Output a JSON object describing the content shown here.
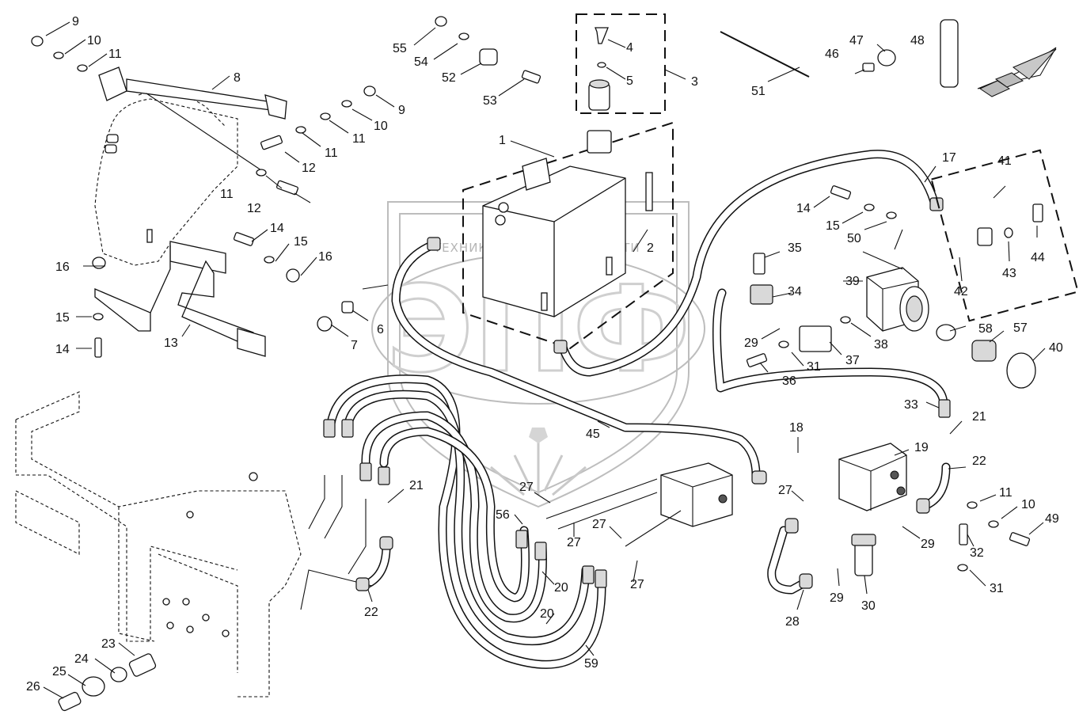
{
  "watermark": {
    "left_word": "ТЕХНИКА",
    "right_word": "ЗАПЧАСТИ",
    "logo_letters": "ЭПФ"
  },
  "callouts": [
    {
      "text": "1"
    },
    {
      "text": "2"
    },
    {
      "text": "3"
    },
    {
      "text": "4"
    },
    {
      "text": "5"
    },
    {
      "text": "6"
    },
    {
      "text": "7"
    },
    {
      "text": "8"
    },
    {
      "text": "9"
    },
    {
      "text": "10"
    },
    {
      "text": "11"
    },
    {
      "text": "9"
    },
    {
      "text": "10"
    },
    {
      "text": "11"
    },
    {
      "text": "11"
    },
    {
      "text": "12"
    },
    {
      "text": "11"
    },
    {
      "text": "12"
    },
    {
      "text": "13"
    },
    {
      "text": "14"
    },
    {
      "text": "15"
    },
    {
      "text": "16"
    },
    {
      "text": "14"
    },
    {
      "text": "15"
    },
    {
      "text": "16"
    },
    {
      "text": "14"
    },
    {
      "text": "15"
    },
    {
      "text": "50"
    },
    {
      "text": "17"
    },
    {
      "text": "41"
    },
    {
      "text": "44"
    },
    {
      "text": "43"
    },
    {
      "text": "42"
    },
    {
      "text": "35"
    },
    {
      "text": "34"
    },
    {
      "text": "39"
    },
    {
      "text": "38"
    },
    {
      "text": "58"
    },
    {
      "text": "57"
    },
    {
      "text": "40"
    },
    {
      "text": "37"
    },
    {
      "text": "29"
    },
    {
      "text": "31"
    },
    {
      "text": "36"
    },
    {
      "text": "33"
    },
    {
      "text": "21"
    },
    {
      "text": "18"
    },
    {
      "text": "19"
    },
    {
      "text": "22"
    },
    {
      "text": "27"
    },
    {
      "text": "11"
    },
    {
      "text": "10"
    },
    {
      "text": "49"
    },
    {
      "text": "29"
    },
    {
      "text": "32"
    },
    {
      "text": "31"
    },
    {
      "text": "28"
    },
    {
      "text": "29"
    },
    {
      "text": "30"
    },
    {
      "text": "45"
    },
    {
      "text": "21"
    },
    {
      "text": "22"
    },
    {
      "text": "27"
    },
    {
      "text": "56"
    },
    {
      "text": "27"
    },
    {
      "text": "27"
    },
    {
      "text": "27"
    },
    {
      "text": "20"
    },
    {
      "text": "20"
    },
    {
      "text": "59"
    },
    {
      "text": "23"
    },
    {
      "text": "24"
    },
    {
      "text": "25"
    },
    {
      "text": "26"
    },
    {
      "text": "55"
    },
    {
      "text": "54"
    },
    {
      "text": "52"
    },
    {
      "text": "53"
    },
    {
      "text": "51"
    },
    {
      "text": "46"
    },
    {
      "text": "47"
    },
    {
      "text": "48"
    }
  ]
}
